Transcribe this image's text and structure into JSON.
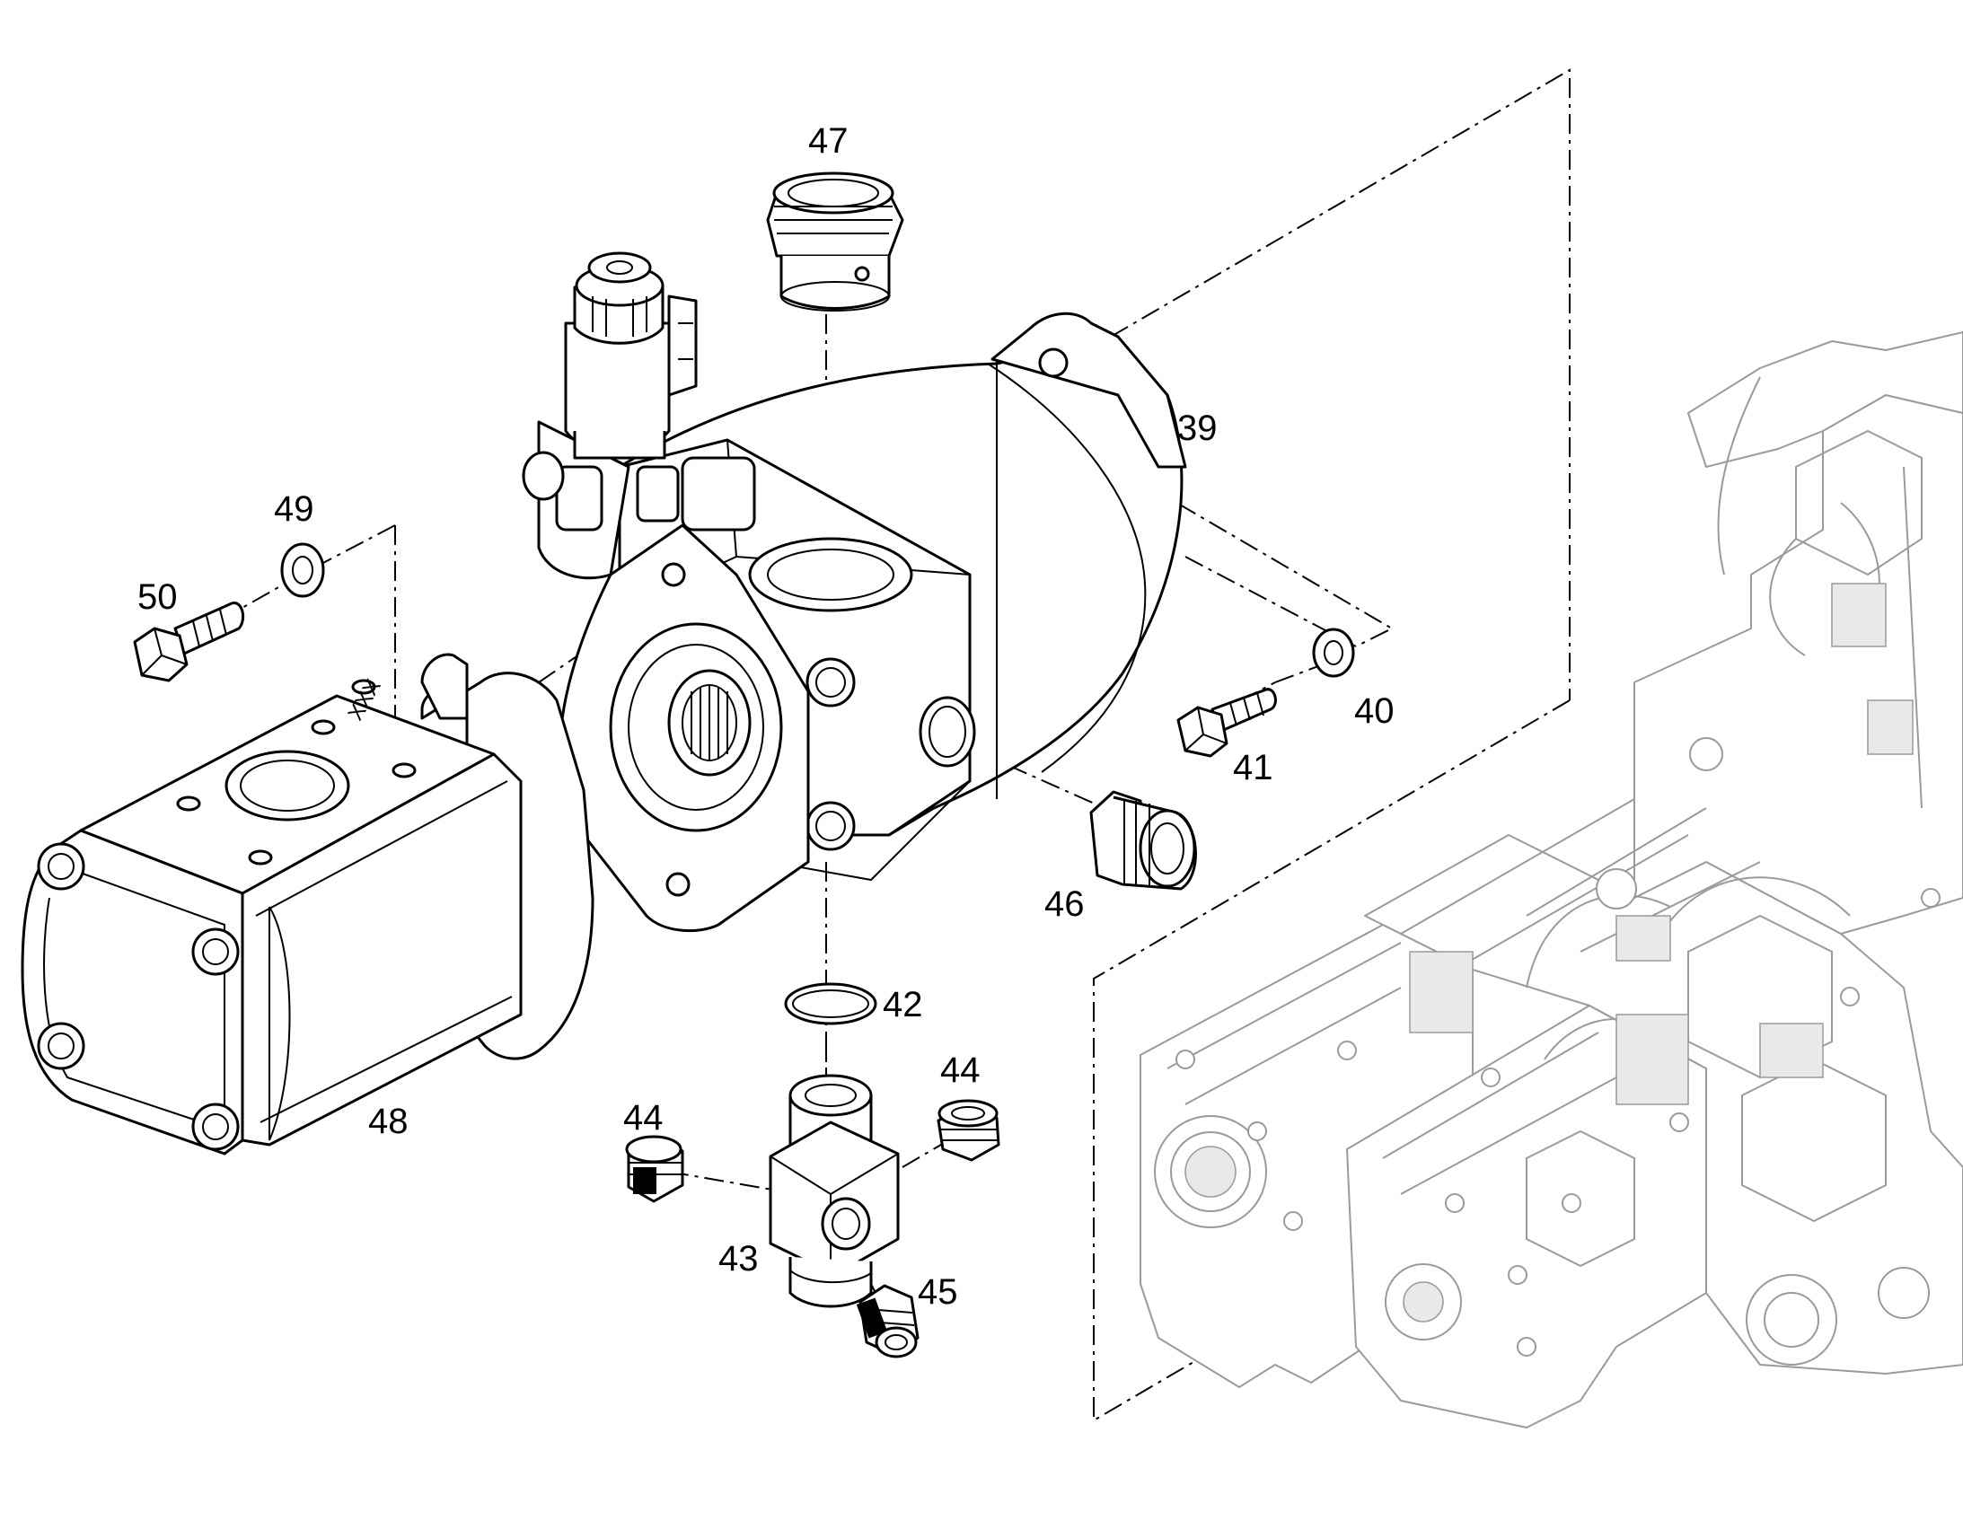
{
  "callouts": {
    "c39": "39",
    "c40": "40",
    "c41": "41",
    "c42": "42",
    "c43": "43",
    "c44a": "44",
    "c44b": "44",
    "c45": "45",
    "c46": "46",
    "c47": "47",
    "c48": "48",
    "c49": "49",
    "c50": "50"
  },
  "gear_pump": {
    "marking": "XXX"
  }
}
